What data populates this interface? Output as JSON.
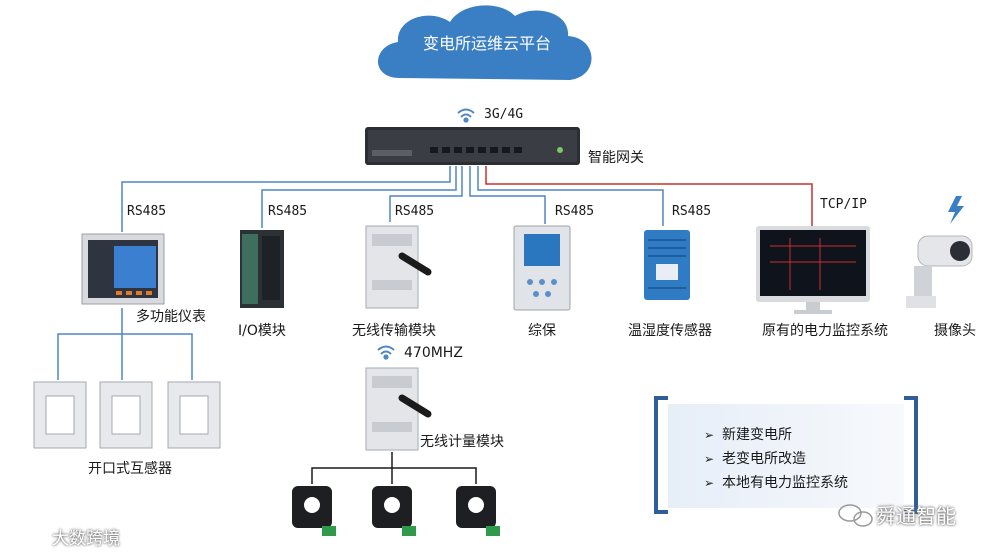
{
  "cloud": {
    "label": "变电所运维云平台"
  },
  "gateway": {
    "wireless": "3G/4G",
    "label": "智能网关"
  },
  "links": {
    "rs485": "RS485",
    "tcpip": "TCP/IP"
  },
  "devices": [
    {
      "label": "多功能仪表"
    },
    {
      "label": "I/O模块"
    },
    {
      "label": "无线传输模块"
    },
    {
      "label": "综保"
    },
    {
      "label": "温湿度传感器"
    },
    {
      "label": "原有的电力监控系统"
    },
    {
      "label": "摄像头"
    }
  ],
  "ct_label": "开口式互感器",
  "wireless": {
    "freq": "470MHZ",
    "meter_label": "无线计量模块"
  },
  "features": [
    "新建变电所",
    "老变电所改造",
    "本地有电力监控系统"
  ],
  "watermarks": {
    "left": "大数跨境",
    "right": "舜通智能"
  },
  "colors": {
    "cloud": "#3a7fc4",
    "line_blue": "#4f86c6",
    "line_red": "#c9302c",
    "bracket": "#2f5d9a"
  }
}
